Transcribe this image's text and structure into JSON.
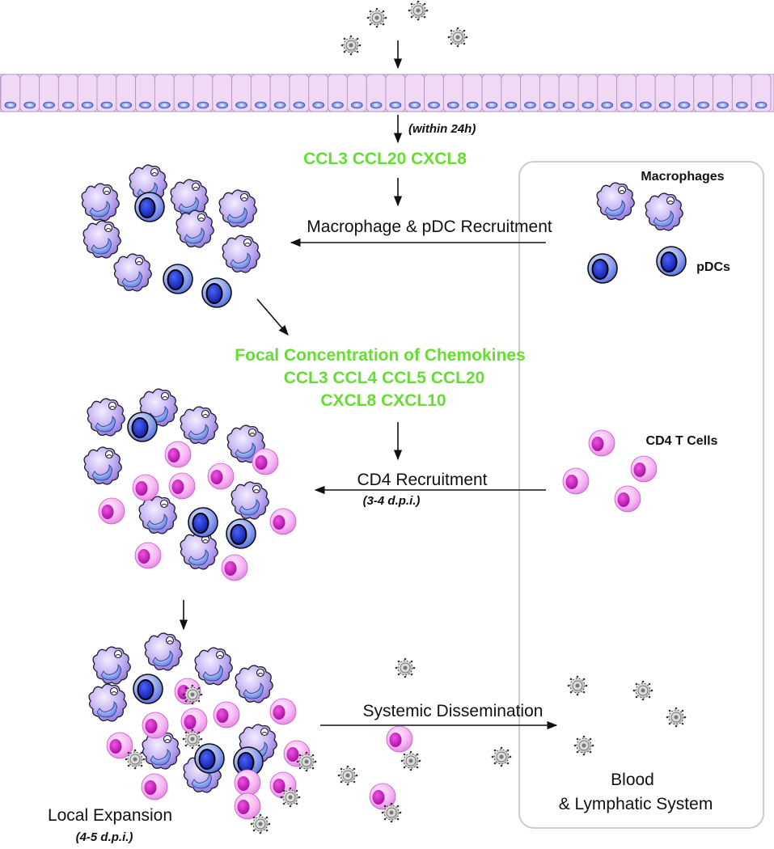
{
  "chemokines_initial": {
    "time_note": "(within 24h)",
    "list": "CCL3 CCL20 CXCL8"
  },
  "recruitment_1": {
    "label": "Macrophage & pDC Recruitment"
  },
  "focal": {
    "title": "Focal Concentration of Chemokines",
    "line1": "CCL3 CCL4 CCL5 CCL20",
    "line2": "CXCL8 CXCL10"
  },
  "recruitment_2": {
    "label": "CD4 Recruitment",
    "time_note": "(3-4 d.p.i.)"
  },
  "dissemination": {
    "label": "Systemic Dissemination"
  },
  "expansion": {
    "label": "Local Expansion",
    "time_note": "(4-5 d.p.i.)"
  },
  "panel": {
    "macrophages": "Macrophages",
    "pdcs": "pDCs",
    "cd4": "CD4 T Cells",
    "blood_line1": "Blood",
    "blood_line2": "& Lymphatic System"
  },
  "colors": {
    "chemokine_text": "#66dd33",
    "macrophage": "#b7a2ee",
    "pdc": "#4d66dd",
    "cd4_cell": "#f4a6f4",
    "cd4_nucleus": "#c81cb8",
    "epithelium": "#eed7f4",
    "panel_border": "#cccccc"
  }
}
